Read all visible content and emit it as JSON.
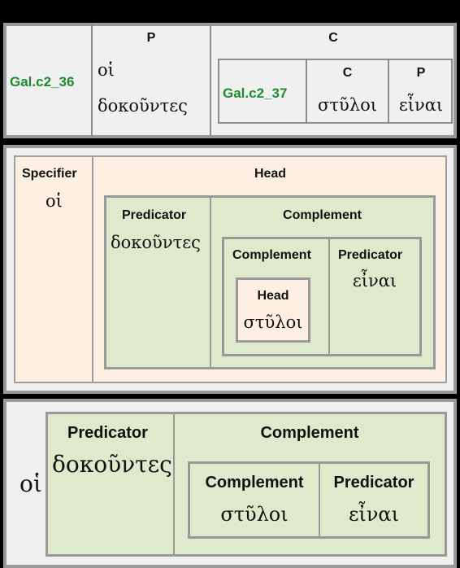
{
  "panel1": {
    "id_outer": "Gal.c2_36",
    "p_label": "P",
    "p_text": "οἱ δοκοῦντες",
    "p_text_line1": "οἱ",
    "p_text_line2": "δοκοῦντες",
    "c_label": "C",
    "id_inner": "Gal.c2_37",
    "inner_c_label": "C",
    "inner_c_text": "στῦλοι",
    "inner_p_label": "P",
    "inner_p_text": "εἶναι"
  },
  "panel2": {
    "specifier_label": "Specifier",
    "specifier_text": "οἱ",
    "head_label": "Head",
    "predicator_label": "Predicator",
    "predicator_text": "δοκοῦντες",
    "complement_label": "Complement",
    "inner_complement_label": "Complement",
    "inner_predicator_label": "Predicator",
    "inner_predicator_text": "εἶναι",
    "head_box_label": "Head",
    "head_box_text": "στῦλοι"
  },
  "panel3": {
    "lead_text": "οἱ",
    "predicator_label": "Predicator",
    "predicator_text": "δοκοῦντες",
    "complement_label": "Complement",
    "inner_complement_label": "Complement",
    "inner_complement_text": "στῦλοι",
    "inner_predicator_label": "Predicator",
    "inner_predicator_text": "εἶναι"
  },
  "colors": {
    "background": "#000000",
    "panel": "#f0f0f0",
    "green_box": "#dfeacc",
    "peach_box": "#fdf0e2",
    "border": "#999999",
    "id_green": "#1f8a2e"
  }
}
